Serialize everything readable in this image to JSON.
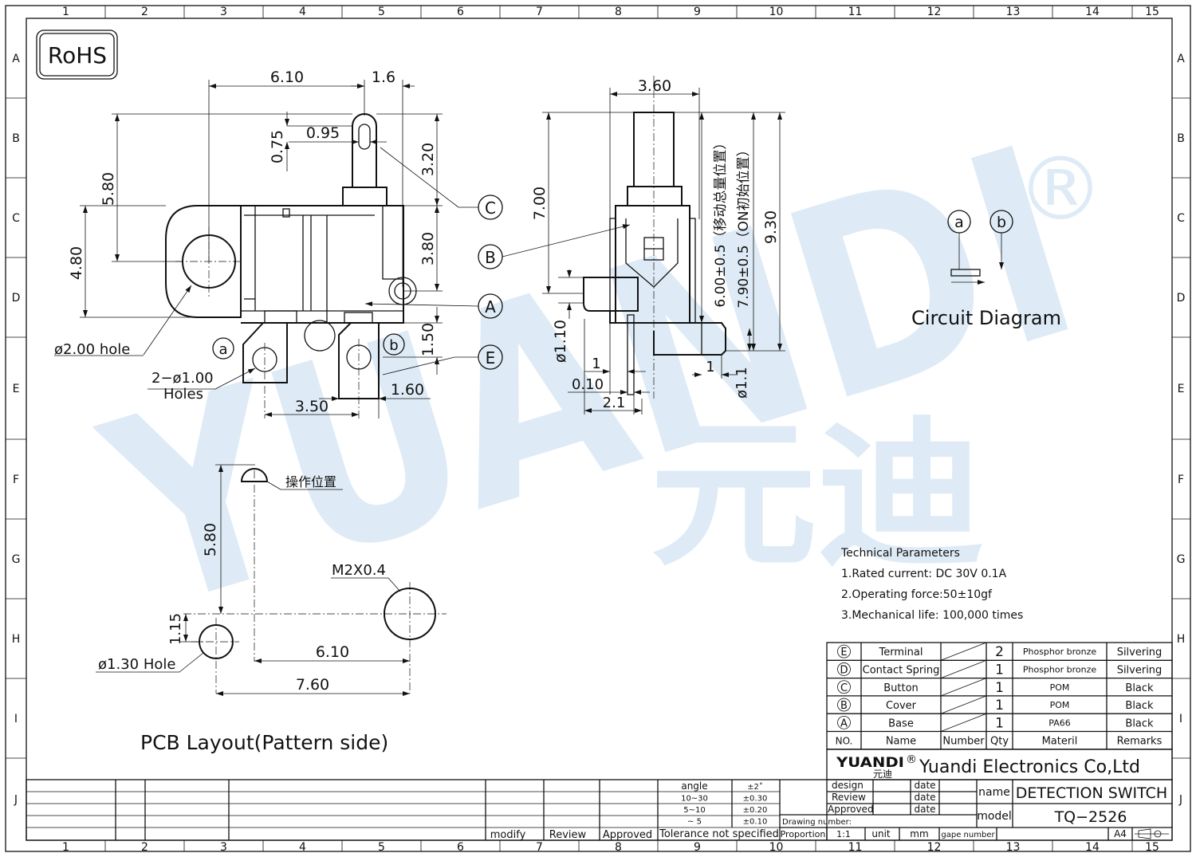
{
  "frame": {
    "cols": [
      "1",
      "2",
      "3",
      "4",
      "5",
      "6",
      "7",
      "8",
      "9",
      "10",
      "11",
      "12",
      "13",
      "14",
      "15"
    ],
    "rows": [
      "A",
      "B",
      "C",
      "D",
      "E",
      "F",
      "G",
      "H",
      "I",
      "J"
    ]
  },
  "rohs": "RoHS",
  "watermark": {
    "latin": "YUANDI",
    "cjk": "元迪",
    "reg": "®"
  },
  "front": {
    "dims": {
      "d610": "6.10",
      "d16": "1.6",
      "d095": "0.95",
      "d075": "0.75",
      "d580": "5.80",
      "d320": "3.20",
      "d480": "4.80",
      "d380": "3.80",
      "d150": "1.50",
      "d350": "3.50",
      "d160": "1.60"
    },
    "hole": "ø2.00  hole",
    "holes2_a": "2−ø1.00",
    "holes2_b": "Holes",
    "pin_a": "a",
    "pin_b": "b"
  },
  "callouts": {
    "A": "A",
    "B": "B",
    "C": "C",
    "E": "E"
  },
  "side": {
    "d360": "3.60",
    "d700": "7.00",
    "d930": "9.30",
    "d600": "6.00±0.5（移动总量位置）",
    "d790": "7.90±0.5（ON初始位置）",
    "d110": "ø1.10",
    "d1a": "1",
    "d010": "0.10",
    "d21": "2.1",
    "d1b": "1",
    "d11": "ø1.1"
  },
  "circuit": {
    "a": "a",
    "b": "b",
    "title": "Circuit  Diagram"
  },
  "pcb": {
    "op": "操作位置",
    "d580": "5.80",
    "d115": "1.15",
    "m2": "M2X0.4",
    "hole": "ø1.30  Hole",
    "d610": "6.10",
    "d760": "7.60",
    "title": "PCB  Layout(Pattern  side)"
  },
  "tech": {
    "title": "Technical  Parameters",
    "items": [
      "1.Rated  current:  DC  30V  0.1A",
      "2.Operating  force:50±10gf",
      "3.Mechanical  life:  100,000  times"
    ]
  },
  "bom": {
    "rows": [
      {
        "sym": "E",
        "name": "Terminal",
        "qty": "2",
        "mat": "Phosphor  bronze",
        "rem": "Silvering"
      },
      {
        "sym": "D",
        "name": "Contact  Spring",
        "qty": "1",
        "mat": "Phosphor  bronze",
        "rem": "Silvering"
      },
      {
        "sym": "C",
        "name": "Button",
        "qty": "1",
        "mat": "POM",
        "rem": "Black"
      },
      {
        "sym": "B",
        "name": "Cover",
        "qty": "1",
        "mat": "POM",
        "rem": "Black"
      },
      {
        "sym": "A",
        "name": "Base",
        "qty": "1",
        "mat": "PA66",
        "rem": "Black"
      }
    ],
    "header": {
      "no": "NO.",
      "name": "Name",
      "number": "Number",
      "qty": "Qty",
      "mat": "Materil",
      "rem": "Remarks"
    }
  },
  "company": {
    "logo": "YUANDI",
    "logo_reg": "®",
    "logo_cjk": "元迪",
    "name": "Yuandi  Electronics  Co,Ltd"
  },
  "title_block": {
    "modify": "modify",
    "review": "Review",
    "approved": "Approved",
    "tolerance": "Tolerance  not  specified",
    "tol": [
      {
        "k": "angle",
        "v": "±2˚"
      },
      {
        "k": "10~30",
        "v": "±0.30"
      },
      {
        "k": "5~10",
        "v": "±0.20"
      },
      {
        "k": "~ 5",
        "v": "±0.10"
      }
    ],
    "design": "design",
    "review2": "Review",
    "approved2": "Approved",
    "date": "date",
    "drawing_number": "Drawing  number:",
    "proportion": "Proportion",
    "scale": "1:1",
    "unit": "unit",
    "mm": "mm",
    "gape": "gape  number",
    "name_label": "name",
    "name_value": "DETECTION  SWITCH",
    "model_label": "model",
    "model_value": "TQ−2526",
    "size": "A4"
  }
}
